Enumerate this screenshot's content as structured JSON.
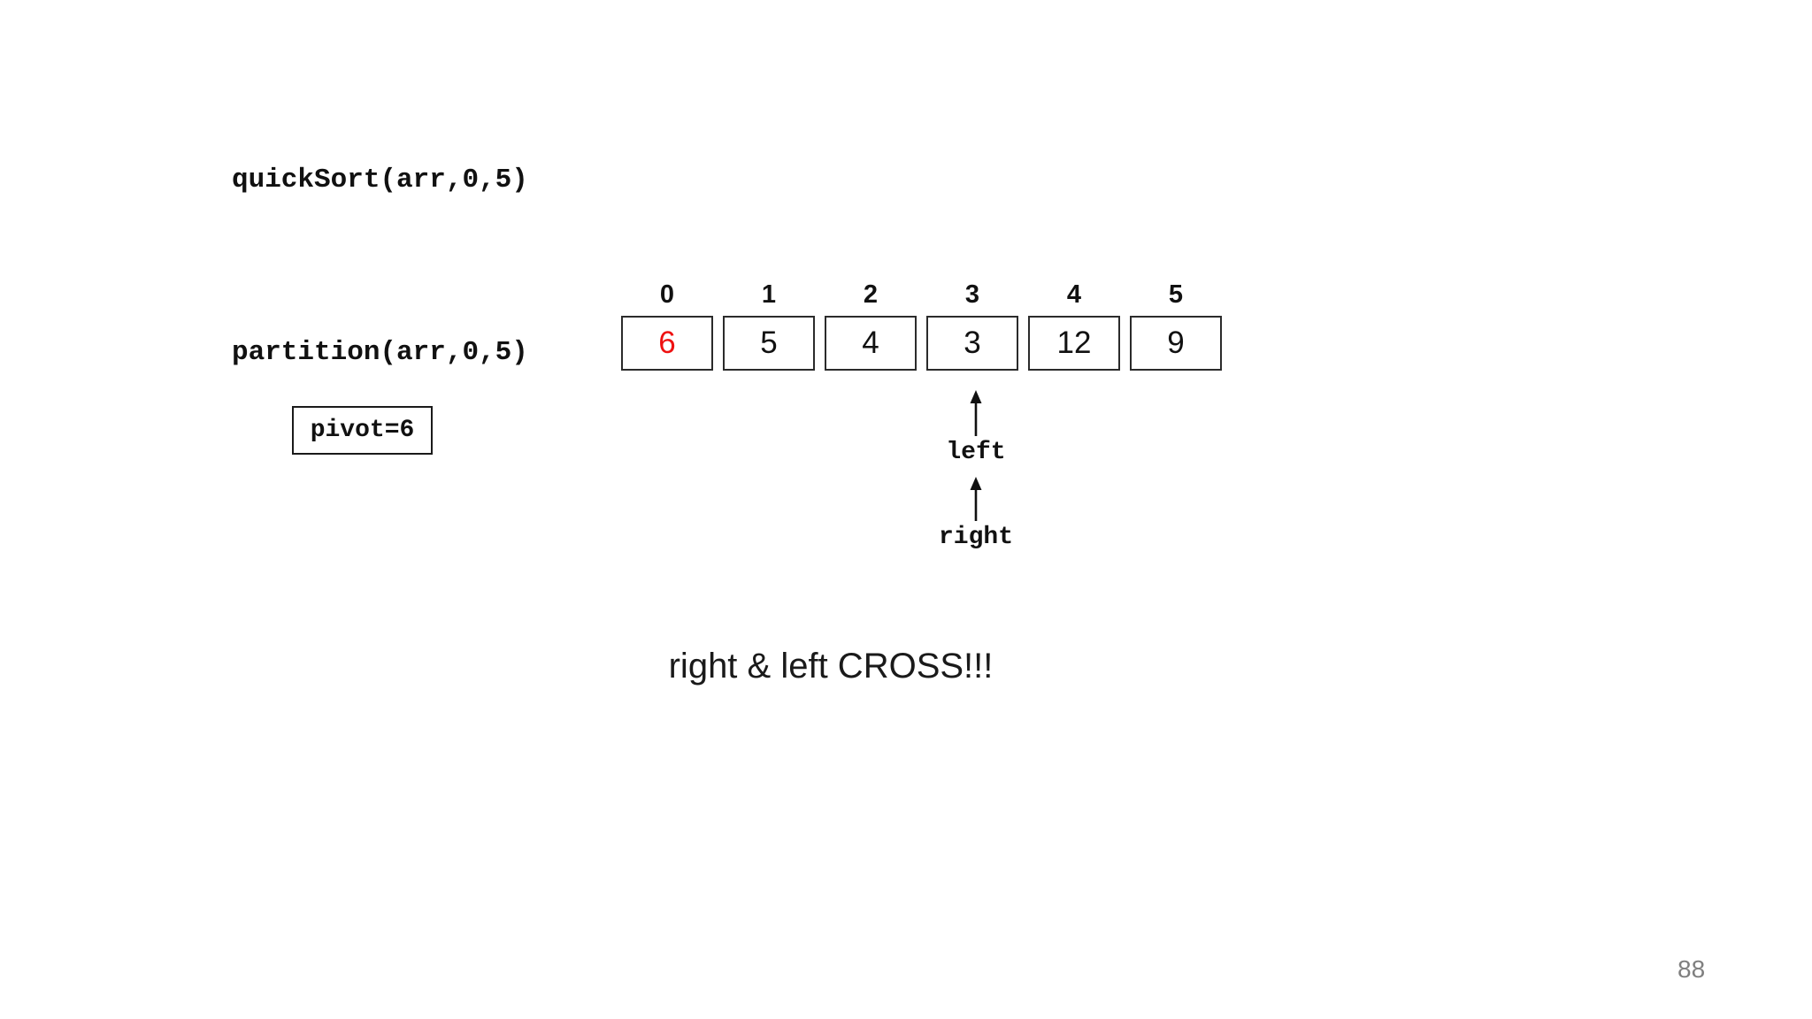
{
  "slide": {
    "call_label": "quickSort(arr,0,5)",
    "partition_label": "partition(arr,0,5)",
    "pivot_label": "pivot=6",
    "cross_note": "right & left CROSS!!!",
    "page_number": "88"
  },
  "array": {
    "indices": [
      "0",
      "1",
      "2",
      "3",
      "4",
      "5"
    ],
    "values": [
      "6",
      "5",
      "4",
      "3",
      "12",
      "9"
    ],
    "highlight_index": 0,
    "highlight_color": "#ee1111",
    "pointer_index": 3
  },
  "pointers": {
    "left_label": "left",
    "right_label": "right"
  }
}
